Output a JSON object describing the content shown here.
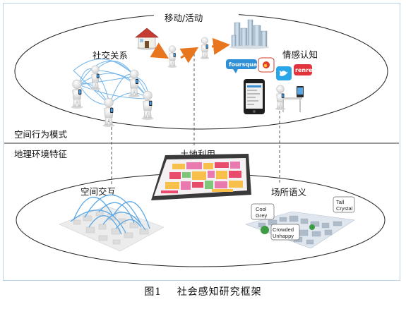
{
  "figure": {
    "caption_number": "图1",
    "caption_title": "社会感知研究框架"
  },
  "upper_layer": {
    "mobility_label": "移动/活动",
    "social_label": "社交关系",
    "emotion_label": "情感认知",
    "layer_name": "空间行为模式",
    "social_app_tags": [
      "foursquare",
      "weibo",
      "twitter",
      "renren"
    ]
  },
  "lower_layer": {
    "layer_name": "地理环境特征",
    "landuse_label": "土地利用",
    "interaction_label": "空间交互",
    "semantics_label": "场所语义",
    "place_callouts": [
      "Cool Grey",
      "Crowded Unhappy",
      "Tall Crystal"
    ]
  },
  "colors": {
    "frame_border": "#b9d3e8",
    "arrow_orange": "#e8761e",
    "network_blue": "#5aa7e6",
    "ellipse_stroke": "#222222"
  }
}
